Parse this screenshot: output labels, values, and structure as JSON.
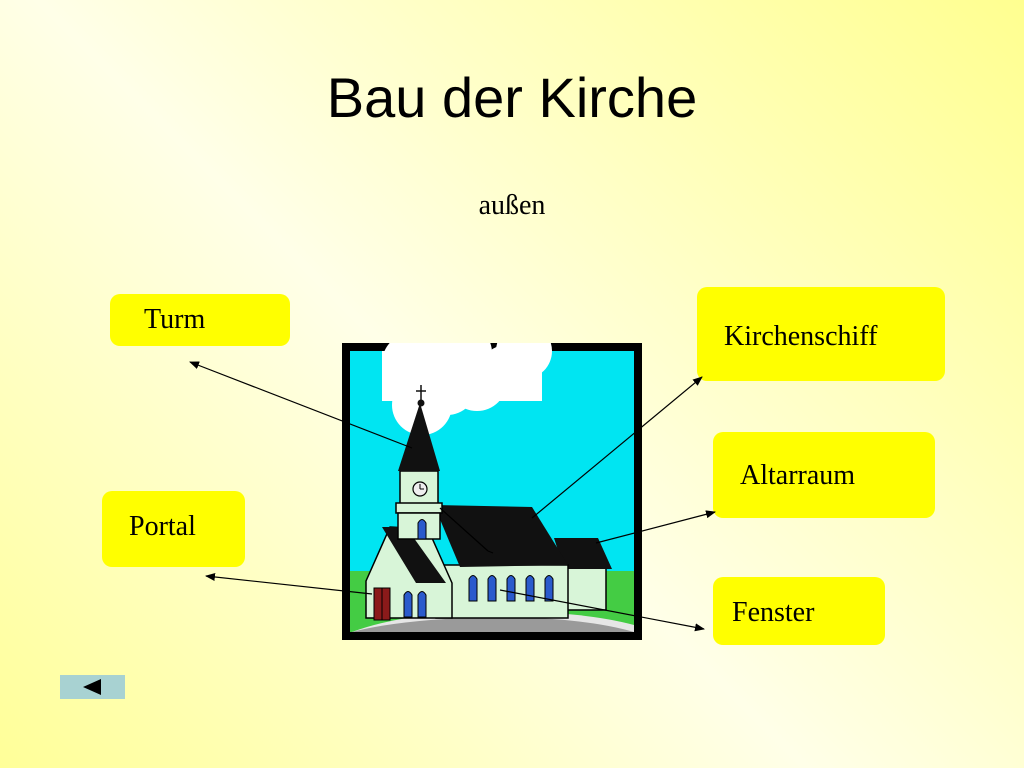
{
  "slide": {
    "title": "Bau der Kirche",
    "subtitle": "außen"
  },
  "labels": {
    "turm": "Turm",
    "portal": "Portal",
    "kirchenschiff": "Kirchenschiff",
    "altarraum": "Altarraum",
    "fenster": "Fenster"
  },
  "navigation": {
    "back_icon": "triangle-left-icon"
  },
  "colors": {
    "label_background": "#ffff00",
    "sky": "#00e5f2",
    "grass": "#44cc44",
    "roof": "#111111",
    "wall": "#d8f5d8",
    "nav_button": "#a8d2d2"
  }
}
